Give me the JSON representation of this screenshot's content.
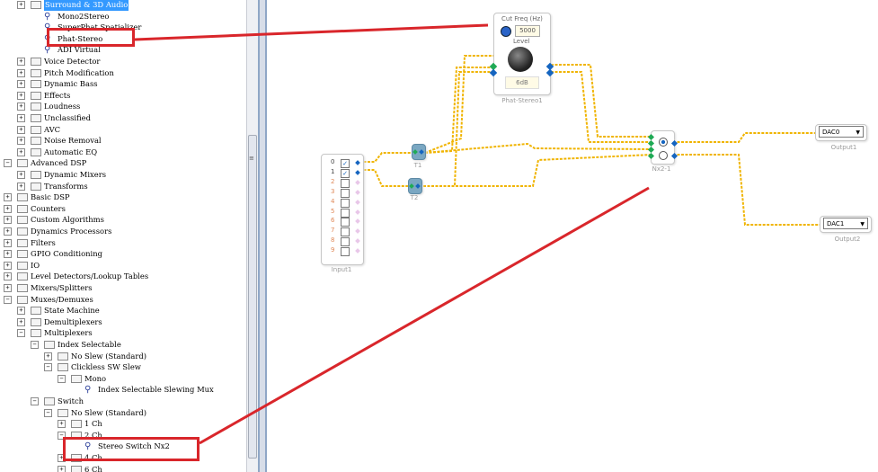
{
  "tree": {
    "items": [
      {
        "label": "Surround & 3D Audio",
        "depth": 2,
        "type": "folder",
        "selected": true
      },
      {
        "label": "Mono2Stereo",
        "depth": 3,
        "type": "leaf"
      },
      {
        "label": "SuperPhat Spatializer",
        "depth": 3,
        "type": "leaf"
      },
      {
        "label": "Phat-Stereo",
        "depth": 3,
        "type": "leaf"
      },
      {
        "label": "ADI Virtual",
        "depth": 3,
        "type": "leaf"
      },
      {
        "label": "Voice Detector",
        "depth": 2,
        "type": "folder"
      },
      {
        "label": "Pitch Modification",
        "depth": 2,
        "type": "folder"
      },
      {
        "label": "Dynamic Bass",
        "depth": 2,
        "type": "folder"
      },
      {
        "label": "Effects",
        "depth": 2,
        "type": "folder"
      },
      {
        "label": "Loudness",
        "depth": 2,
        "type": "folder"
      },
      {
        "label": "Unclassified",
        "depth": 2,
        "type": "folder"
      },
      {
        "label": "AVC",
        "depth": 2,
        "type": "folder"
      },
      {
        "label": "Noise Removal",
        "depth": 2,
        "type": "folder"
      },
      {
        "label": "Automatic EQ",
        "depth": 2,
        "type": "folder"
      },
      {
        "label": "Advanced DSP",
        "depth": 1,
        "type": "folder",
        "open": true
      },
      {
        "label": "Dynamic Mixers",
        "depth": 2,
        "type": "folder"
      },
      {
        "label": "Transforms",
        "depth": 2,
        "type": "folder"
      },
      {
        "label": "Basic DSP",
        "depth": 1,
        "type": "folder"
      },
      {
        "label": "Counters",
        "depth": 1,
        "type": "folder"
      },
      {
        "label": "Custom Algorithms",
        "depth": 1,
        "type": "folder"
      },
      {
        "label": "Dynamics Processors",
        "depth": 1,
        "type": "folder"
      },
      {
        "label": "Filters",
        "depth": 1,
        "type": "folder"
      },
      {
        "label": "GPIO Conditioning",
        "depth": 1,
        "type": "folder"
      },
      {
        "label": "IO",
        "depth": 1,
        "type": "folder"
      },
      {
        "label": "Level Detectors/Lookup Tables",
        "depth": 1,
        "type": "folder"
      },
      {
        "label": "Mixers/Splitters",
        "depth": 1,
        "type": "folder"
      },
      {
        "label": "Muxes/Demuxes",
        "depth": 1,
        "type": "folder",
        "open": true
      },
      {
        "label": "State Machine",
        "depth": 2,
        "type": "folder"
      },
      {
        "label": "Demultiplexers",
        "depth": 2,
        "type": "folder"
      },
      {
        "label": "Multiplexers",
        "depth": 2,
        "type": "folder",
        "open": true
      },
      {
        "label": "Index Selectable",
        "depth": 3,
        "type": "folder",
        "open": true
      },
      {
        "label": "No Slew (Standard)",
        "depth": 4,
        "type": "folder"
      },
      {
        "label": "Clickless SW Slew",
        "depth": 4,
        "type": "folder",
        "open": true
      },
      {
        "label": "Mono",
        "depth": 5,
        "type": "folder",
        "open": true
      },
      {
        "label": "Index Selectable Slewing Mux",
        "depth": 6,
        "type": "leaf"
      },
      {
        "label": "Switch",
        "depth": 3,
        "type": "folder",
        "open": true
      },
      {
        "label": "No Slew (Standard)",
        "depth": 4,
        "type": "folder",
        "open": true
      },
      {
        "label": "1 Ch",
        "depth": 5,
        "type": "folder"
      },
      {
        "label": "2 Ch",
        "depth": 5,
        "type": "folder",
        "open": true
      },
      {
        "label": "Stereo Switch Nx2",
        "depth": 6,
        "type": "leaf"
      },
      {
        "label": "4 Ch",
        "depth": 5,
        "type": "folder"
      },
      {
        "label": "6 Ch",
        "depth": 5,
        "type": "folder"
      }
    ]
  },
  "canvas": {
    "phat": {
      "title": "Cut Freq (Hz)",
      "freq": "5000",
      "level_label": "Level",
      "level_value": "6dB",
      "caption": "Phat-Stereo1"
    },
    "input": {
      "channels": [
        "0",
        "1",
        "2",
        "3",
        "4",
        "5",
        "6",
        "7",
        "8",
        "9"
      ],
      "checked": [
        true,
        true,
        false,
        false,
        false,
        false,
        false,
        false,
        false,
        false
      ],
      "caption": "Input1"
    },
    "t1": {
      "caption": "T1"
    },
    "t2": {
      "caption": "T2"
    },
    "mux": {
      "caption": "Nx2-1"
    },
    "out1": {
      "value": "DAC0",
      "caption": "Output1"
    },
    "out2": {
      "value": "DAC1",
      "caption": "Output2"
    }
  },
  "colors": {
    "wire": "#f0b400",
    "annotation": "#d9262b",
    "selection": "#3399ff",
    "port": "#1565c0",
    "port_alt": "#1faa55"
  }
}
